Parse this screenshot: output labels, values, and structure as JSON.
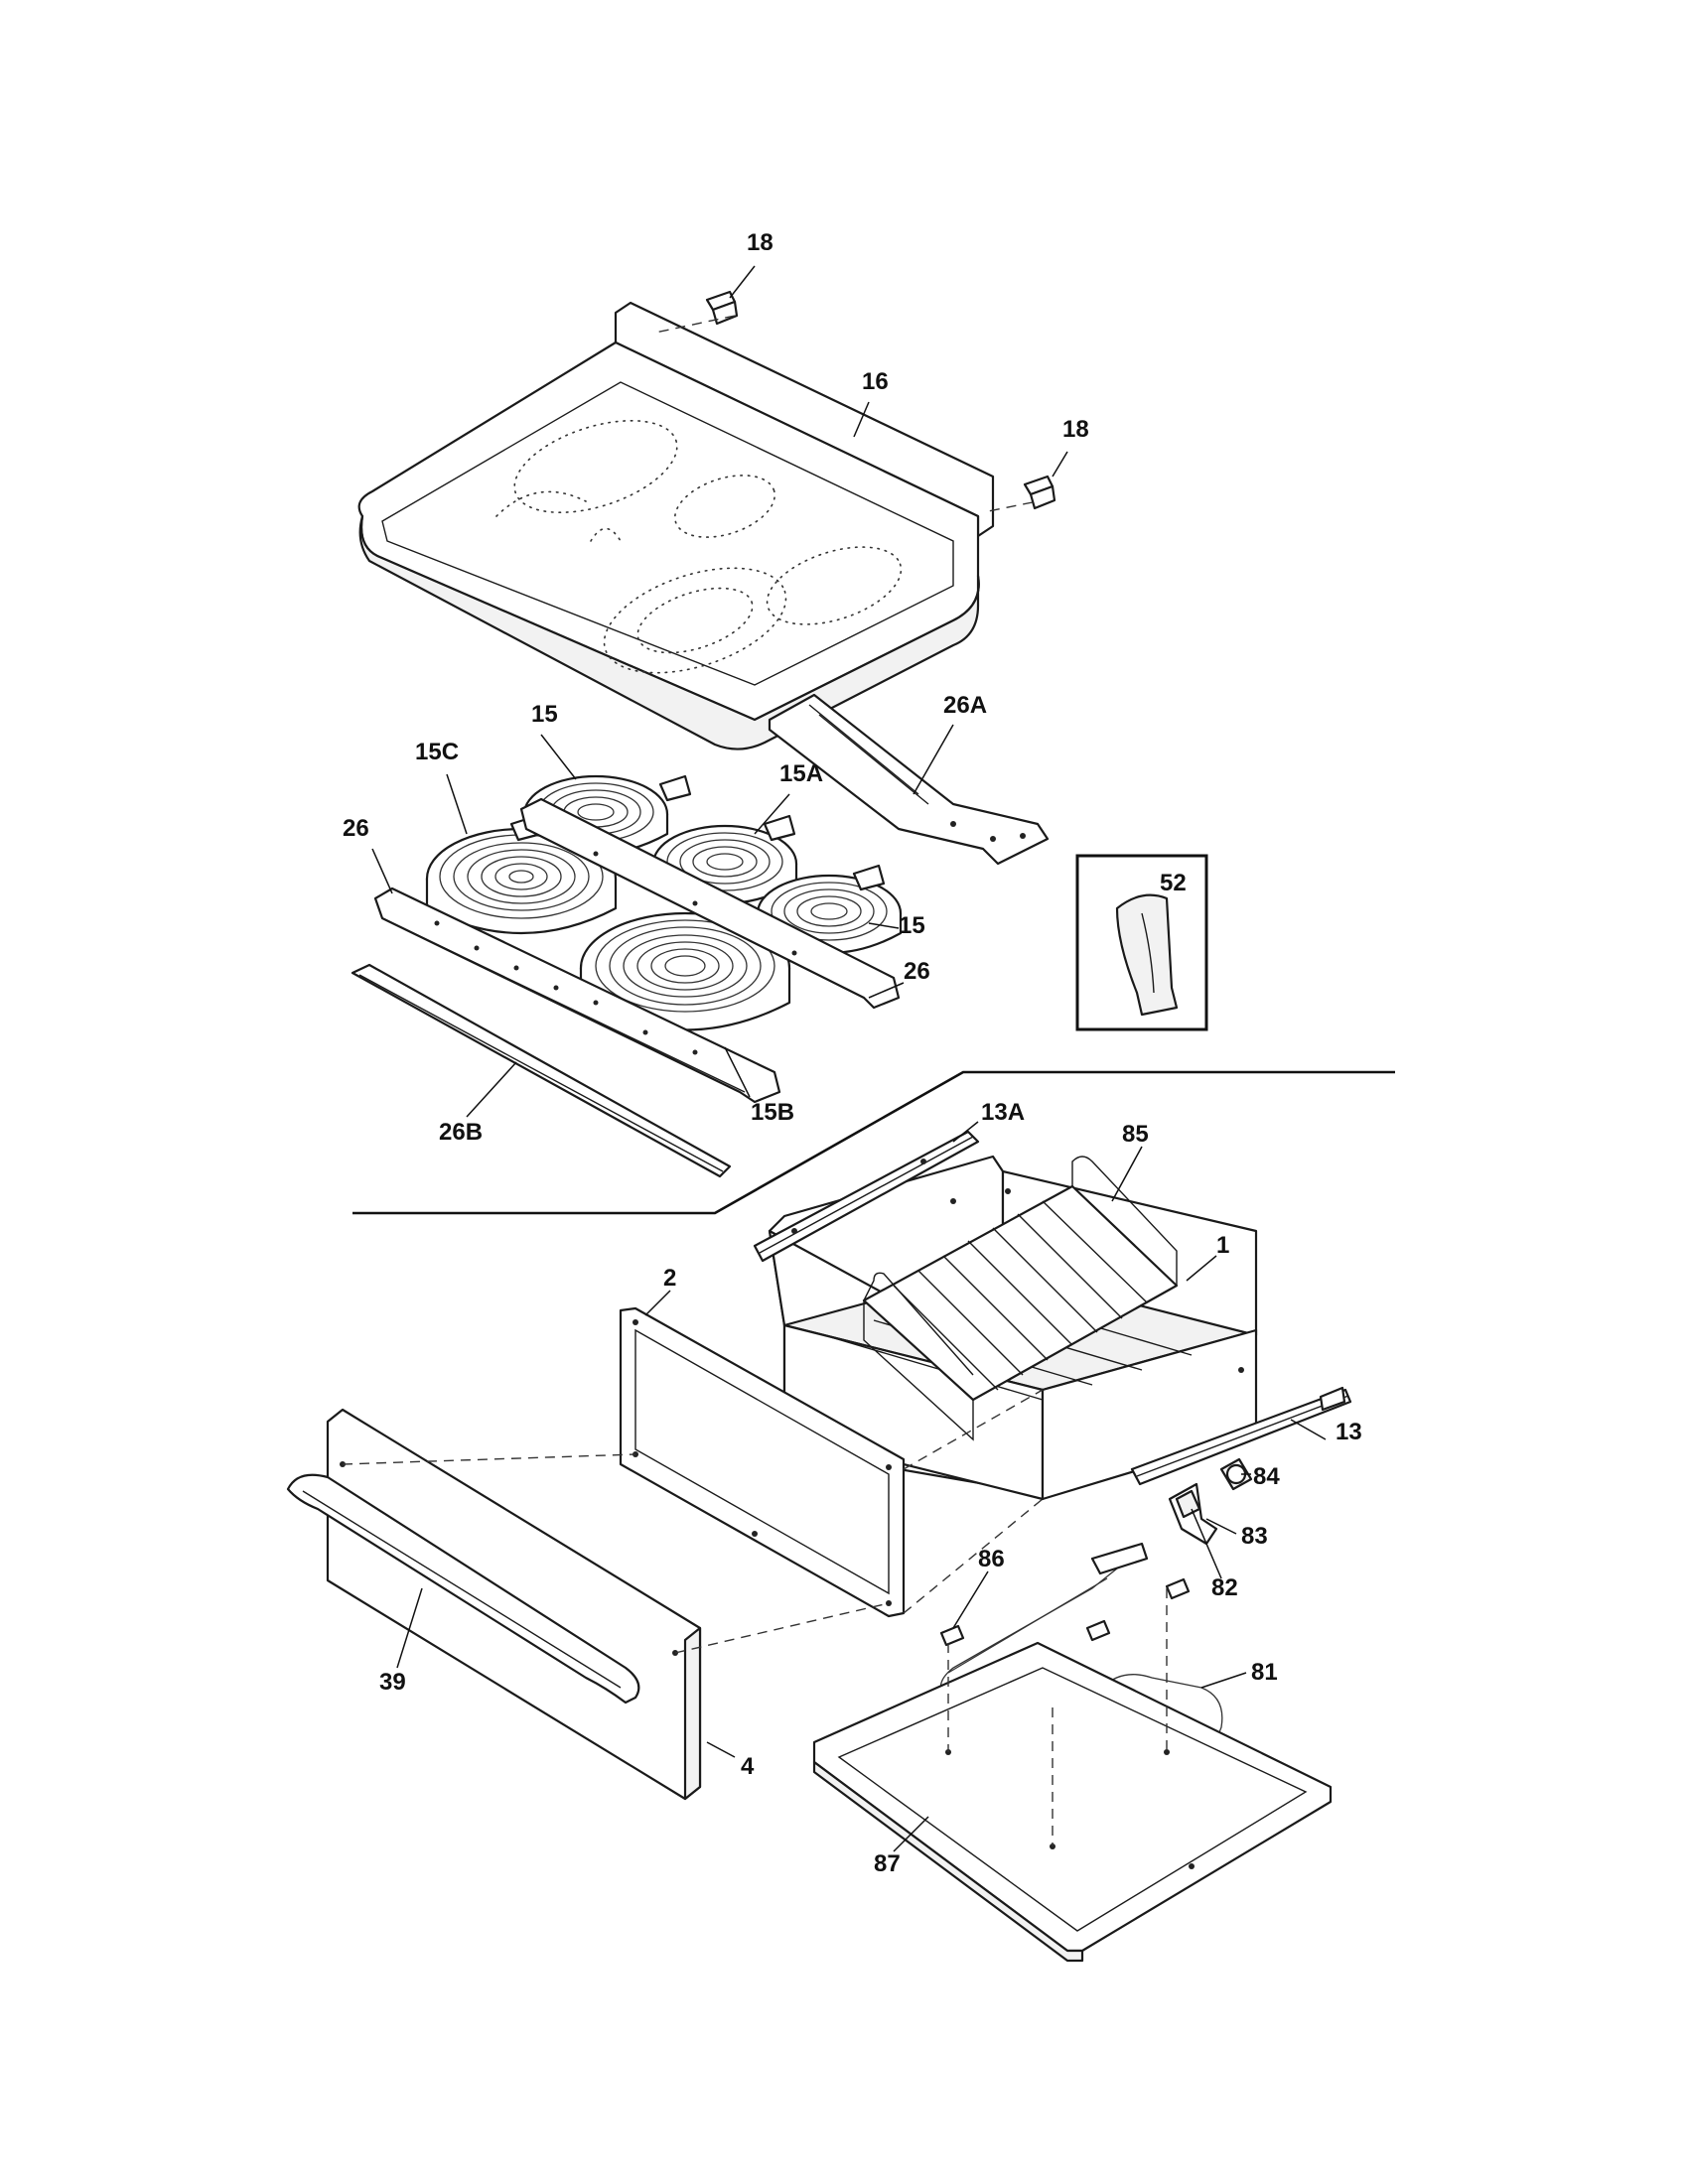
{
  "diagram": {
    "callouts": [
      {
        "id": "c18a",
        "label": "18"
      },
      {
        "id": "c16",
        "label": "16"
      },
      {
        "id": "c18b",
        "label": "18"
      },
      {
        "id": "c15a_top",
        "label": "15"
      },
      {
        "id": "c26A",
        "label": "26A"
      },
      {
        "id": "c15C",
        "label": "15C"
      },
      {
        "id": "c15A",
        "label": "15A"
      },
      {
        "id": "c26_left",
        "label": "26"
      },
      {
        "id": "c52",
        "label": "52"
      },
      {
        "id": "c15_right",
        "label": "15"
      },
      {
        "id": "c26_right",
        "label": "26"
      },
      {
        "id": "c15B",
        "label": "15B"
      },
      {
        "id": "c26B",
        "label": "26B"
      },
      {
        "id": "c13A",
        "label": "13A"
      },
      {
        "id": "c85",
        "label": "85"
      },
      {
        "id": "c1",
        "label": "1"
      },
      {
        "id": "c2",
        "label": "2"
      },
      {
        "id": "c13",
        "label": "13"
      },
      {
        "id": "c84",
        "label": "84"
      },
      {
        "id": "c83",
        "label": "83"
      },
      {
        "id": "c82",
        "label": "82"
      },
      {
        "id": "c86",
        "label": "86"
      },
      {
        "id": "c81",
        "label": "81"
      },
      {
        "id": "c39",
        "label": "39"
      },
      {
        "id": "c4",
        "label": "4"
      },
      {
        "id": "c87",
        "label": "87"
      }
    ]
  }
}
